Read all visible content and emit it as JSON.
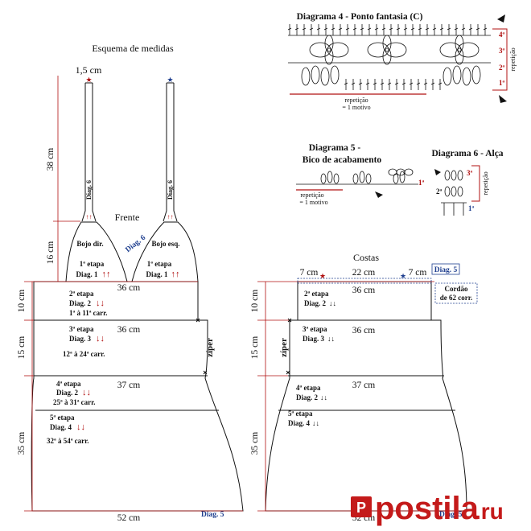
{
  "schema": {
    "title": "Esquema de medidas",
    "strap_width": "1,5 cm",
    "strap_height": "38 cm",
    "cup_height": "16 cm",
    "front_title": "Frente",
    "cup_left": "Bojo dir.",
    "cup_right": "Bojo esq.",
    "cup_diag": "Diag. 6",
    "strap_diag": "Diag. 6",
    "stage1": "1ª etapa",
    "stage1_diag": "Diag. 1",
    "arrows_up": "↑↑",
    "arrows_down": "↓↓",
    "front": {
      "h1": "10 cm",
      "h2": "15 cm",
      "h3": "35 cm",
      "w1": "36 cm",
      "w2": "36 cm",
      "w3": "37 cm",
      "w4": "52 cm",
      "s2": "2ª etapa",
      "s2_diag": "Diag. 2",
      "s2_rows": "1ª à 11ª carr.",
      "s3": "3ª etapa",
      "s3_diag": "Diag. 3",
      "s3_rows": "12ª à 24ª carr.",
      "s4": "4ª etapa",
      "s4_diag": "Diag. 2",
      "s4_rows": "25ª à 31ª carr.",
      "s5": "5ª etapa",
      "s5_diag": "Diag. 4",
      "s5_rows": "32ª à 54ª carr.",
      "zipper": "zíper",
      "hem_diag": "Diag. 5"
    },
    "back": {
      "title": "Costas",
      "top_left": "7 cm",
      "top_mid": "22 cm",
      "top_right": "7 cm",
      "top_diag": "Diag. 5",
      "cord": [
        "Cordão",
        "de 62 corr."
      ],
      "h1": "10 cm",
      "h2": "15 cm",
      "h3": "35 cm",
      "w1": "36 cm",
      "w2": "36 cm",
      "w3": "37 cm",
      "w4": "52 cm",
      "s2": "2ª etapa",
      "s2_diag": "Diag. 2",
      "s3": "3ª etapa",
      "s3_diag": "Diag. 3",
      "s4": "4ª etapa",
      "s4_diag": "Diag. 2",
      "s5": "5ª etapa",
      "s5_diag": "Diag. 4",
      "zipper": "zíper",
      "hem_diag": "Diag. 5"
    }
  },
  "diagram4": {
    "title": "Diagrama 4 - Ponto fantasia (C)",
    "rows": [
      "4ª",
      "3ª",
      "2ª",
      "1ª"
    ],
    "repeat_side": "repetição",
    "repeat_bottom": [
      "repetição",
      "= 1 motivo"
    ]
  },
  "diagram5": {
    "title": [
      "Diagrama 5 -",
      "Bico de acabamento"
    ],
    "row": "1ª",
    "repeat_bottom": [
      "repetição",
      "= 1 motivo"
    ]
  },
  "diagram6": {
    "title": "Diagrama 6 - Alça",
    "rows": [
      "3ª",
      "2ª",
      "1ª"
    ],
    "repeat_side": "repetição"
  },
  "watermark": {
    "prefix": "postila",
    "suffix": ".ru"
  },
  "colors": {
    "line": "#111111",
    "red": "#b01010",
    "navy": "#1f3f8f",
    "logo_red": "#c41a1a"
  }
}
